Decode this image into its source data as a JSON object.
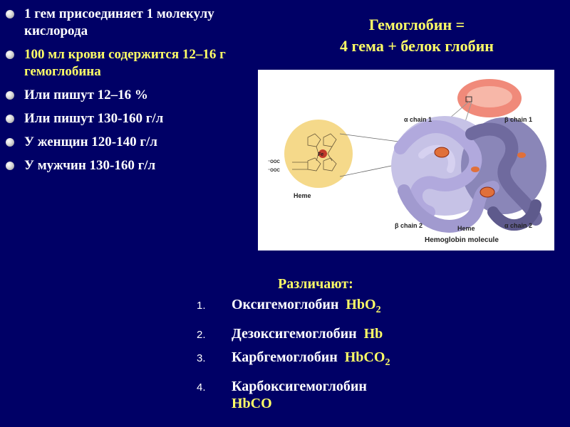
{
  "bullets": [
    {
      "text": "1 гем присоединяет 1 молекулу кислорода",
      "color": "white"
    },
    {
      "text": "100 мл крови содержится 12–16 г гемоглобина",
      "color": "yellow"
    },
    {
      "text": "Или пишут 12–16 %",
      "color": "white"
    },
    {
      "text": "Или пишут 130-160 г/л",
      "color": "white"
    },
    {
      "text": "У женщин 120-140 г/л",
      "color": "white"
    },
    {
      "text": "У мужчин 130-160 г/л",
      "color": "white"
    }
  ],
  "heading": {
    "line1": "Гемоглобин =",
    "line2": "4 гема + белок глобин"
  },
  "figure": {
    "labels": {
      "alpha1": "α chain 1",
      "beta1": "β chain 1",
      "beta2": "β chain 2",
      "alpha2": "α chain 2",
      "heme_center": "Heme",
      "heme_left": "Heme",
      "molecule": "Hemoglobin molecule",
      "cooh1": "⁻OOC",
      "cooh2": "⁻OOC",
      "fe": "Fe"
    }
  },
  "distinguish_label": "Различают:",
  "types": [
    {
      "number": "1.",
      "name": "Оксигемоглобин",
      "formula": "HbO",
      "sub": "2"
    },
    {
      "number": "2.",
      "name": "Дезоксигемоглобин",
      "formula": "Hb",
      "sub": ""
    },
    {
      "number": "3.",
      "name": "Карбгемоглобин",
      "formula": "HbCO",
      "sub": "2"
    },
    {
      "number": "4.",
      "name": "Карбоксигемоглобин",
      "formula": "HbCO",
      "sub": ""
    }
  ],
  "colors": {
    "background": "#000066",
    "yellow": "#ffff66",
    "white": "#ffffff",
    "protein": "#9a92c8",
    "heme_disk": "#e0703a",
    "heme_halo": "#f5d98a"
  }
}
